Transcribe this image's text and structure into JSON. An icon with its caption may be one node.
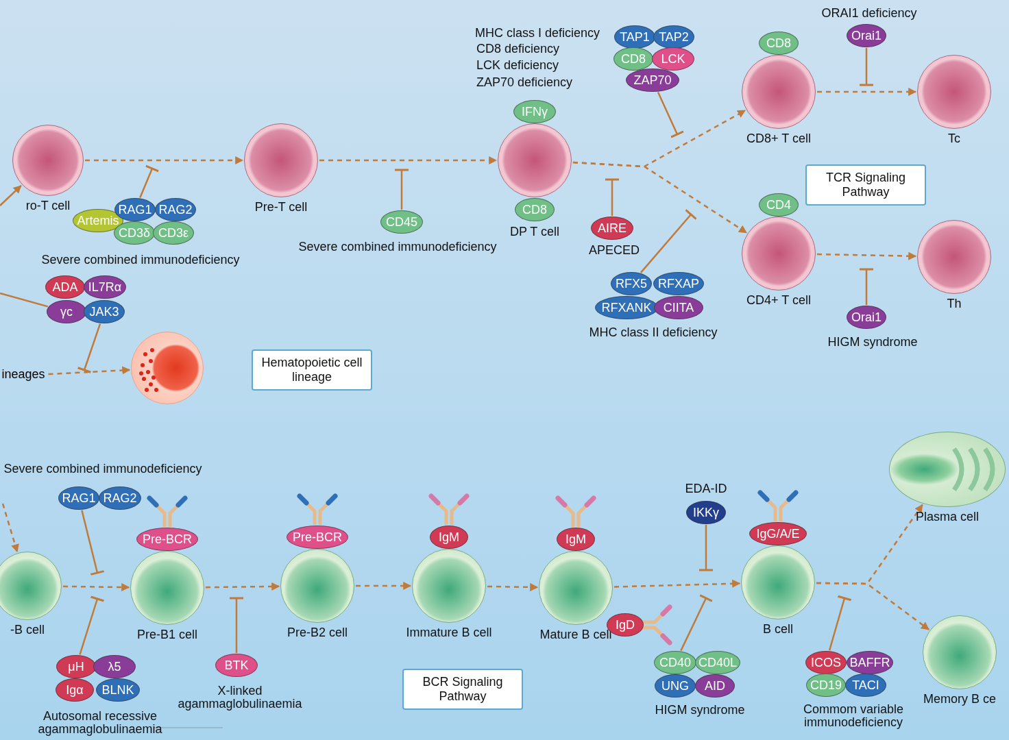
{
  "diagram": {
    "nodes": [
      {
        "text": [
          "ro-T cell"
        ]
      },
      {
        "text": [
          "Pre-T cell"
        ]
      },
      {
        "text": [
          "IFNγ"
        ]
      },
      {
        "text": [
          "DP T cell"
        ]
      },
      {
        "text": [
          "CD8"
        ]
      },
      {
        "text": [
          "CD8+ T cell"
        ]
      },
      {
        "text": [
          "CD8"
        ]
      },
      {
        "text": [
          "Tc"
        ]
      },
      {
        "text": [
          "CD4+ T cell"
        ]
      },
      {
        "text": [
          "CD4"
        ]
      },
      {
        "text": [
          "Th"
        ]
      },
      {
        "text": [
          "Artemis"
        ]
      },
      {
        "text": [
          "RAG1"
        ]
      },
      {
        "text": [
          "RAG2"
        ]
      },
      {
        "text": [
          "CD3δ"
        ]
      },
      {
        "text": [
          "CD3ε"
        ]
      },
      {
        "text": [
          "CD45"
        ]
      },
      {
        "text": [
          "ADA"
        ]
      },
      {
        "text": [
          "IL7Rα"
        ]
      },
      {
        "text": [
          "γc"
        ]
      },
      {
        "text": [
          "JAK3"
        ]
      },
      {
        "text": [
          "ineages"
        ]
      },
      {
        "text": [],
        "shape": "circle"
      },
      {
        "text": [
          "Hematopoietic cell lineage"
        ]
      },
      {
        "text": [
          "TAP1"
        ]
      },
      {
        "text": [
          "TAP2"
        ]
      },
      {
        "text": [
          "CD8"
        ]
      },
      {
        "text": [
          "LCK"
        ]
      },
      {
        "text": [
          "ZAP70"
        ]
      },
      {
        "text": [
          "AIRE"
        ]
      },
      {
        "text": [
          "RFX5"
        ]
      },
      {
        "text": [
          "RFXAP"
        ]
      },
      {
        "text": [
          "RFXANK"
        ]
      },
      {
        "text": [
          "CIITA"
        ]
      },
      {
        "text": [
          "Orai1"
        ]
      },
      {
        "text": [
          "Orai1"
        ]
      },
      {
        "text": [
          "TCR Signaling Pathway"
        ]
      },
      {
        "text": [
          "-B cell"
        ]
      },
      {
        "text": [
          "Pre-B1 cell"
        ]
      },
      {
        "text": [
          "Pre-BCR"
        ]
      },
      {
        "text": [
          "Pre-B2 cell"
        ]
      },
      {
        "text": [
          "Pre-BCR"
        ]
      },
      {
        "text": [
          "Immature B cell"
        ]
      },
      {
        "text": [
          "IgM"
        ]
      },
      {
        "text": [
          "Mature B cell"
        ]
      },
      {
        "text": [
          "IgM"
        ]
      },
      {
        "text": [
          "IgD"
        ]
      },
      {
        "text": [
          "B cell"
        ]
      },
      {
        "text": [
          "IgG/A/E"
        ]
      },
      {
        "text": [
          "Plasma cell"
        ]
      },
      {
        "text": [
          "Memory B ce"
        ]
      },
      {
        "text": [
          "RAG1"
        ]
      },
      {
        "text": [
          "RAG2"
        ]
      },
      {
        "text": [
          "μH"
        ]
      },
      {
        "text": [
          "λ5"
        ]
      },
      {
        "text": [
          "Igα"
        ]
      },
      {
        "text": [
          "BLNK"
        ]
      },
      {
        "text": [
          "BTK"
        ]
      },
      {
        "text": [
          "IKKγ"
        ]
      },
      {
        "text": [
          "CD40"
        ]
      },
      {
        "text": [
          "CD40L"
        ]
      },
      {
        "text": [
          "UNG"
        ]
      },
      {
        "text": [
          "AID"
        ]
      },
      {
        "text": [
          "ICOS"
        ]
      },
      {
        "text": [
          "BAFFR"
        ]
      },
      {
        "text": [
          "CD19"
        ]
      },
      {
        "text": [
          "TACI"
        ]
      },
      {
        "text": [
          "BCR Signaling Pathway"
        ]
      }
    ],
    "edges": [
      {
        "from": null,
        "to": 0,
        "arrow": "to"
      },
      {
        "from": 0,
        "to": 1,
        "arrow": "to",
        "style": "dashed"
      },
      {
        "from": 1,
        "to": 3,
        "arrow": "to",
        "style": "dashed"
      },
      {
        "from": 3,
        "to": 5,
        "arrow": "to",
        "style": "dashed"
      },
      {
        "from": 3,
        "to": 8,
        "arrow": "to",
        "style": "dashed"
      },
      {
        "from": 5,
        "to": 7,
        "arrow": "to",
        "style": "dashed"
      },
      {
        "from": 8,
        "to": 10,
        "arrow": "to",
        "style": "dashed"
      },
      {
        "from": 21,
        "to": 22,
        "arrow": "to",
        "style": "dashed"
      },
      {
        "from": null,
        "to": 19,
        "arrow": "none"
      },
      {
        "from": null,
        "to": 37,
        "arrow": "to",
        "style": "dashed"
      },
      {
        "from": 37,
        "to": 38,
        "arrow": "to",
        "style": "dashed"
      },
      {
        "from": 38,
        "to": 40,
        "arrow": "to",
        "style": "dashed"
      },
      {
        "from": 40,
        "to": 42,
        "arrow": "to",
        "style": "dashed"
      },
      {
        "from": 42,
        "to": 44,
        "arrow": "to",
        "style": "dashed"
      },
      {
        "from": 44,
        "to": 47,
        "arrow": "to",
        "style": "dashed"
      },
      {
        "from": 47,
        "to": 49,
        "arrow": "to",
        "style": "dashed"
      },
      {
        "from": 47,
        "to": 50,
        "arrow": "to",
        "style": "dashed"
      },
      {
        "from": 12,
        "to": null,
        "arrow": "other"
      },
      {
        "from": 16,
        "to": null,
        "arrow": "other"
      },
      {
        "from": 20,
        "to": null,
        "arrow": "other"
      },
      {
        "from": 28,
        "to": null,
        "arrow": "other"
      },
      {
        "from": 29,
        "to": null,
        "arrow": "other"
      },
      {
        "from": 30,
        "to": null,
        "arrow": "other"
      },
      {
        "from": 34,
        "to": null,
        "arrow": "other"
      },
      {
        "from": 35,
        "to": null,
        "arrow": "other"
      },
      {
        "from": 51,
        "to": null,
        "arrow": "other"
      },
      {
        "from": 53,
        "to": null,
        "arrow": "other"
      },
      {
        "from": 57,
        "to": null,
        "arrow": "other"
      },
      {
        "from": 58,
        "to": null,
        "arrow": "other"
      },
      {
        "from": 59,
        "to": null,
        "arrow": "other"
      },
      {
        "from": 63,
        "to": null,
        "arrow": "other"
      }
    ],
    "labels": [
      "MHC class I deficiency",
      "CD8 deficiency",
      "LCK deficiency",
      "ZAP70 deficiency",
      "ORAI1 deficiency",
      "Severe combined immunodeficiency",
      "Severe combined immunodeficiency",
      "APECED",
      "MHC class II deficiency",
      "HIGM syndrome",
      "Severe combined immunodeficiency",
      "EDA-ID",
      "Autosomal recessive agammaglobulinaemia",
      "X-linked agammaglobulinaemia",
      "HIGM syndrome",
      "Commom variable immunodeficiency"
    ]
  }
}
